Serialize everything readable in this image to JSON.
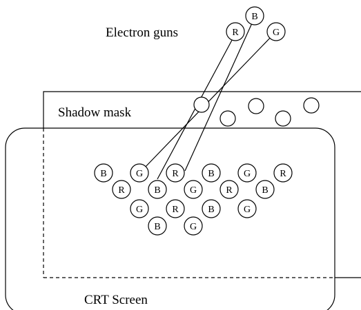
{
  "labels": {
    "electron_guns": "Electron guns",
    "shadow_mask": "Shadow mask",
    "crt_screen": "CRT Screen"
  },
  "guns": [
    "R",
    "B",
    "G"
  ],
  "phosphor_rows": [
    [
      "B",
      "G",
      "R",
      "B",
      "G",
      "R"
    ],
    [
      "R",
      "B",
      "G",
      "R",
      "B"
    ],
    [
      "G",
      "R",
      "B",
      "G"
    ],
    [
      "B",
      "G"
    ]
  ]
}
